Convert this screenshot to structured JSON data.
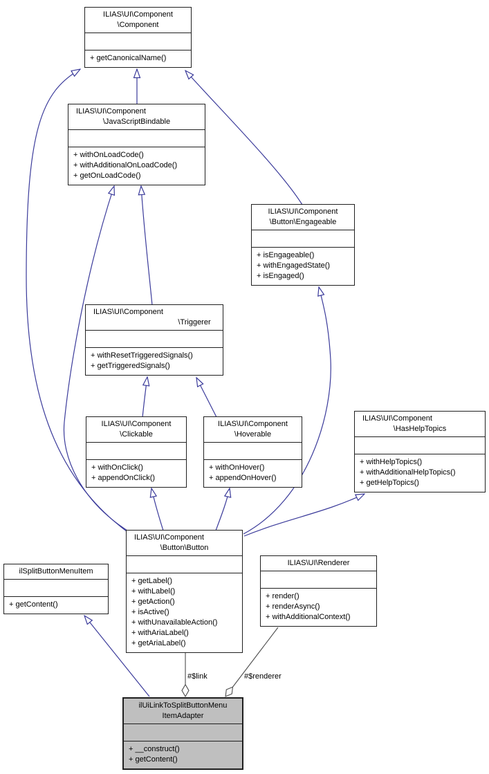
{
  "diagram": {
    "kind": "uml-class-inheritance-diagram"
  },
  "colors": {
    "edge-inheritance": "#3a3a9a",
    "edge-aggregation": "#4d4d4d",
    "box-border": "#1f1f1f",
    "box-fill": "#ffffff",
    "highlight-fill": "#bfbfbf",
    "text-color": "#000000",
    "label-color": "#000000"
  },
  "edges": {
    "link_label": "#$link",
    "renderer_label": "#$renderer"
  },
  "classes": {
    "component": {
      "title": [
        "ILIAS\\UI\\Component",
        "\\Component"
      ],
      "methods": [
        "+ getCanonicalName()"
      ]
    },
    "javascript_bindable": {
      "title": [
        "ILIAS\\UI\\Component",
        "\\JavaScriptBindable"
      ],
      "methods": [
        "+ withOnLoadCode()",
        "+ withAdditionalOnLoadCode()",
        "+ getOnLoadCode()"
      ]
    },
    "engageable": {
      "title": [
        "ILIAS\\UI\\Component",
        "\\Button\\Engageable"
      ],
      "methods": [
        "+ isEngageable()",
        "+ withEngagedState()",
        "+ isEngaged()"
      ]
    },
    "triggerer": {
      "title": [
        "ILIAS\\UI\\Component",
        "\\Triggerer"
      ],
      "methods": [
        "+ withResetTriggeredSignals()",
        "+ getTriggeredSignals()"
      ]
    },
    "clickable": {
      "title": [
        "ILIAS\\UI\\Component",
        "\\Clickable"
      ],
      "methods": [
        "+ withOnClick()",
        "+ appendOnClick()"
      ]
    },
    "hoverable": {
      "title": [
        "ILIAS\\UI\\Component",
        "\\Hoverable"
      ],
      "methods": [
        "+ withOnHover()",
        "+ appendOnHover()"
      ]
    },
    "has_help_topics": {
      "title": [
        "ILIAS\\UI\\Component",
        "\\HasHelpTopics"
      ],
      "methods": [
        "+ withHelpTopics()",
        "+ withAdditionalHelpTopics()",
        "+ getHelpTopics()"
      ]
    },
    "button": {
      "title": [
        "ILIAS\\UI\\Component",
        "\\Button\\Button"
      ],
      "methods": [
        "+ getLabel()",
        "+ withLabel()",
        "+ getAction()",
        "+ isActive()",
        "+ withUnavailableAction()",
        "+ withAriaLabel()",
        "+ getAriaLabel()"
      ]
    },
    "split_button_menu_item": {
      "title": [
        "ilSplitButtonMenuItem"
      ],
      "methods": [
        "+ getContent()"
      ]
    },
    "renderer": {
      "title": [
        "ILIAS\\UI\\Renderer"
      ],
      "methods": [
        "+ render()",
        "+ renderAsync()",
        "+ withAdditionalContext()"
      ]
    },
    "adapter": {
      "title": [
        "ilUiLinkToSplitButtonMenu",
        "ItemAdapter"
      ],
      "methods": [
        "+ __construct()",
        "+ getContent()"
      ]
    }
  }
}
